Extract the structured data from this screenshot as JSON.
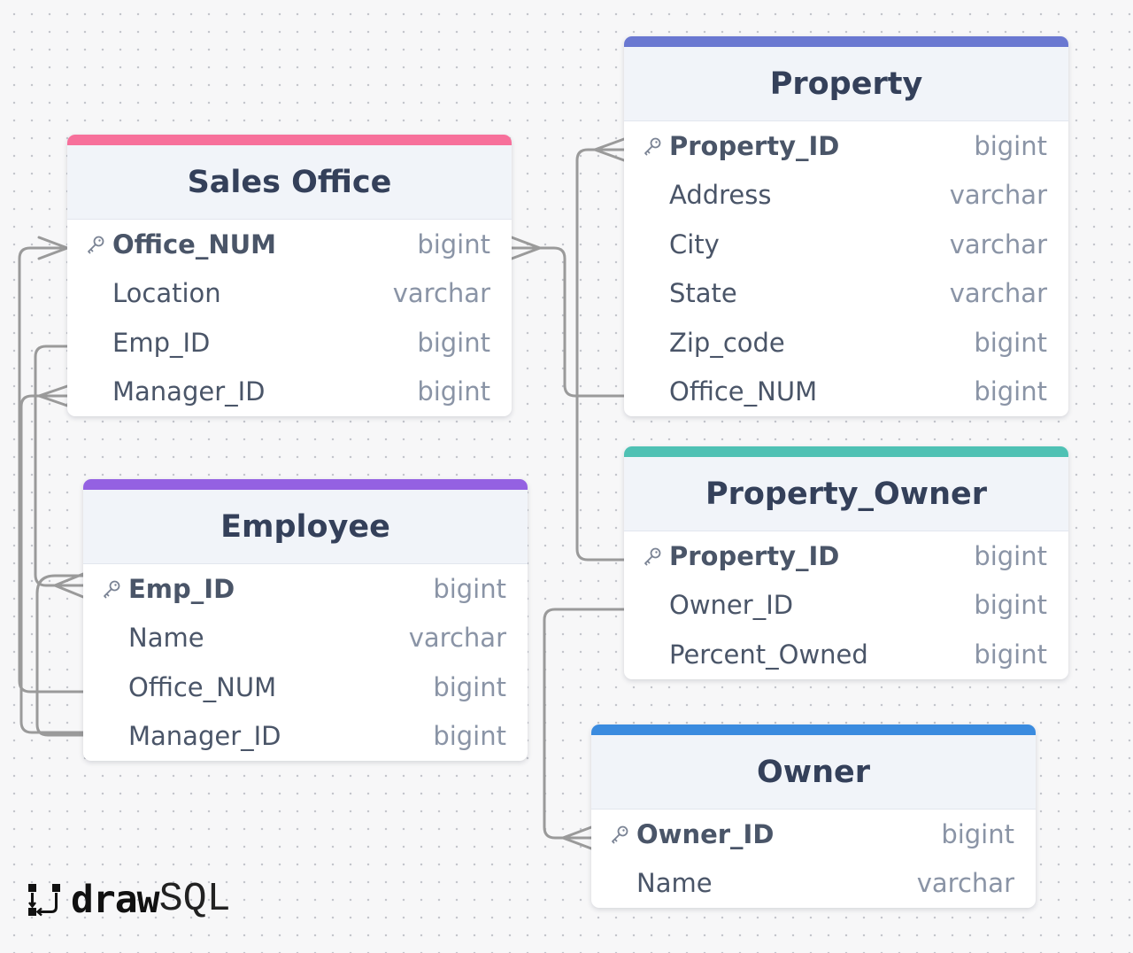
{
  "brand": {
    "name_bold": "draw",
    "name_light": "SQL"
  },
  "colors": {
    "sales_office": "#f7709b",
    "employee": "#9461e2",
    "property": "#6a78d1",
    "property_owner": "#4fc1b4",
    "owner": "#3a8bdf",
    "connector": "#9a9a9a"
  },
  "tables": {
    "sales_office": {
      "name": "Sales Office",
      "columns": [
        {
          "name": "Office_NUM",
          "type": "bigint",
          "pk": true
        },
        {
          "name": "Location",
          "type": "varchar",
          "pk": false
        },
        {
          "name": "Emp_ID",
          "type": "bigint",
          "pk": false
        },
        {
          "name": "Manager_ID",
          "type": "bigint",
          "pk": false
        }
      ]
    },
    "employee": {
      "name": "Employee",
      "columns": [
        {
          "name": "Emp_ID",
          "type": "bigint",
          "pk": true
        },
        {
          "name": "Name",
          "type": "varchar",
          "pk": false
        },
        {
          "name": "Office_NUM",
          "type": "bigint",
          "pk": false
        },
        {
          "name": "Manager_ID",
          "type": "bigint",
          "pk": false
        }
      ]
    },
    "property": {
      "name": "Property",
      "columns": [
        {
          "name": "Property_ID",
          "type": "bigint",
          "pk": true
        },
        {
          "name": "Address",
          "type": "varchar",
          "pk": false
        },
        {
          "name": "City",
          "type": "varchar",
          "pk": false
        },
        {
          "name": "State",
          "type": "varchar",
          "pk": false
        },
        {
          "name": "Zip_code",
          "type": "bigint",
          "pk": false
        },
        {
          "name": "Office_NUM",
          "type": "bigint",
          "pk": false
        }
      ]
    },
    "property_owner": {
      "name": "Property_Owner",
      "columns": [
        {
          "name": "Property_ID",
          "type": "bigint",
          "pk": true
        },
        {
          "name": "Owner_ID",
          "type": "bigint",
          "pk": false
        },
        {
          "name": "Percent_Owned",
          "type": "bigint",
          "pk": false
        }
      ]
    },
    "owner": {
      "name": "Owner",
      "columns": [
        {
          "name": "Owner_ID",
          "type": "bigint",
          "pk": true
        },
        {
          "name": "Name",
          "type": "varchar",
          "pk": false
        }
      ]
    }
  }
}
